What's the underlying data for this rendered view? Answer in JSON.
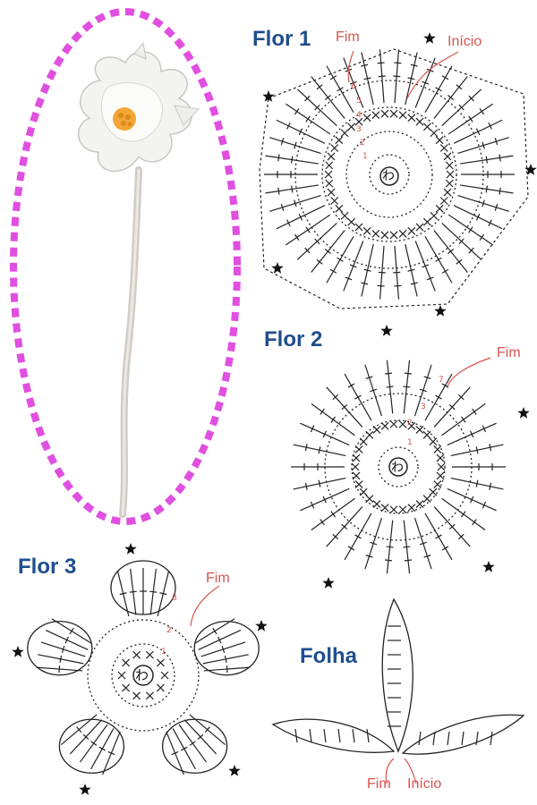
{
  "colors": {
    "frame": "#e04fe0",
    "blue": "#1f4e8c",
    "red": "#d9534f",
    "ink": "#222222",
    "petal": "#f1f1f1",
    "center": "#f2a431",
    "stem": "#d8d3cd"
  },
  "photo": {
    "alt": "crochet flower photo"
  },
  "flower1": {
    "title": "Flor 1",
    "end": "Fim",
    "start": "Início",
    "center_symbol": "わ",
    "row_numbers": [
      "6",
      "5",
      "4",
      "3",
      "2",
      "1"
    ]
  },
  "flower2": {
    "title": "Flor 2",
    "end": "Fim",
    "center_symbol": "わ",
    "row_numbers": [
      "7",
      "3",
      "2",
      "1"
    ]
  },
  "flower3": {
    "title": "Flor 3",
    "end": "Fim",
    "center_symbol": "わ",
    "row_numbers": [
      "8",
      "2",
      "1"
    ]
  },
  "leaf": {
    "title": "Folha",
    "end": "Fim",
    "start": "Início"
  }
}
